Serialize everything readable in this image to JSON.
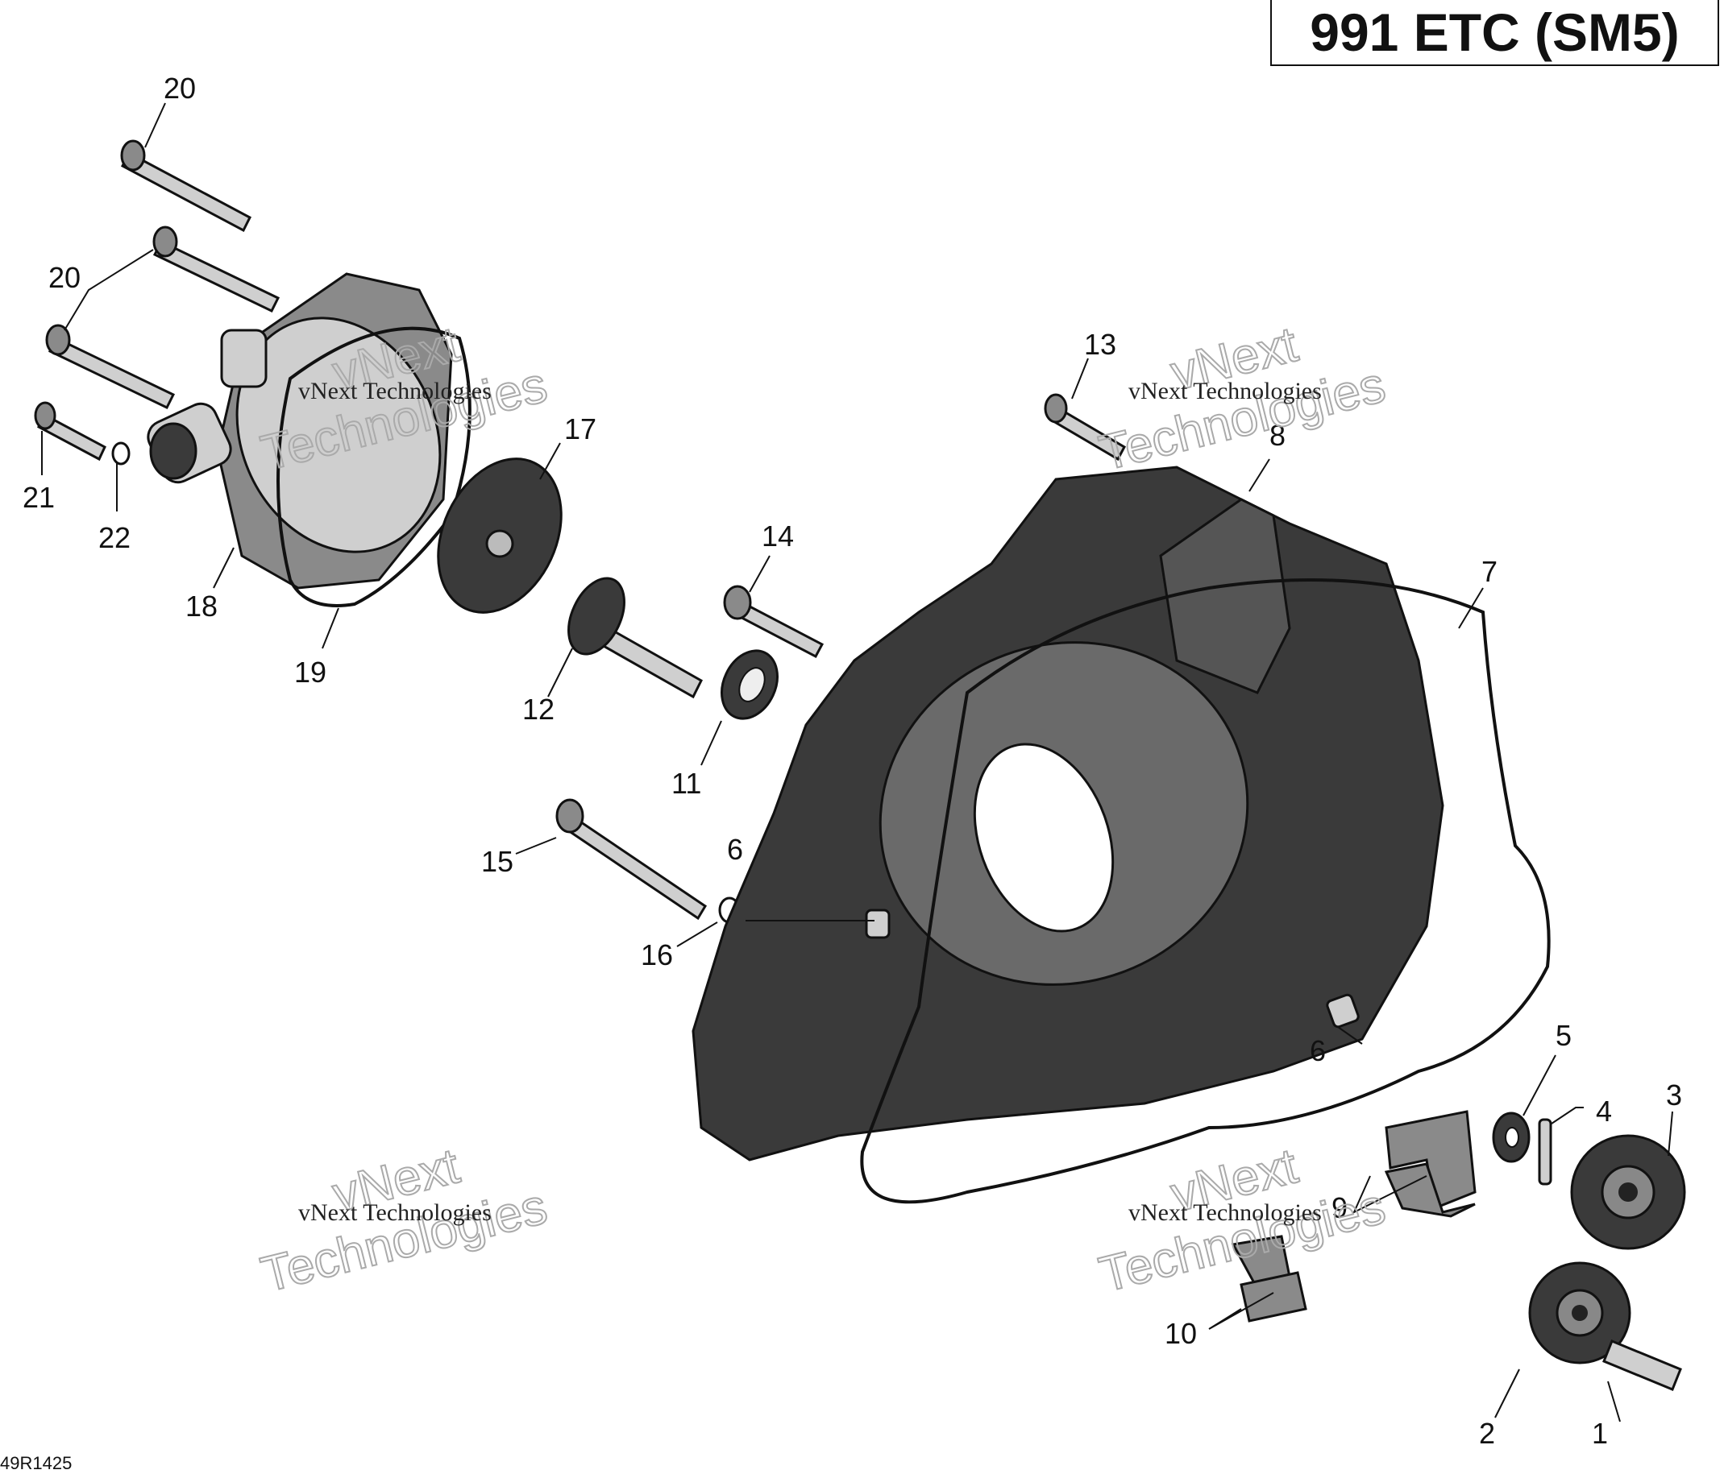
{
  "header": {
    "model_label": "991 ETC (SM5)"
  },
  "footer": {
    "ref_code": "49R1425"
  },
  "watermark": {
    "line1": "vNext",
    "line2": "Technologies",
    "small": "vNext Technologies"
  },
  "callouts": [
    {
      "num": "1"
    },
    {
      "num": "2"
    },
    {
      "num": "3"
    },
    {
      "num": "4"
    },
    {
      "num": "5"
    },
    {
      "num": "6"
    },
    {
      "num": "6"
    },
    {
      "num": "7"
    },
    {
      "num": "8"
    },
    {
      "num": "9"
    },
    {
      "num": "10"
    },
    {
      "num": "11"
    },
    {
      "num": "12"
    },
    {
      "num": "13"
    },
    {
      "num": "14"
    },
    {
      "num": "15"
    },
    {
      "num": "16"
    },
    {
      "num": "17"
    },
    {
      "num": "18"
    },
    {
      "num": "19"
    },
    {
      "num": "20"
    },
    {
      "num": "20"
    },
    {
      "num": "21"
    },
    {
      "num": "22"
    }
  ]
}
